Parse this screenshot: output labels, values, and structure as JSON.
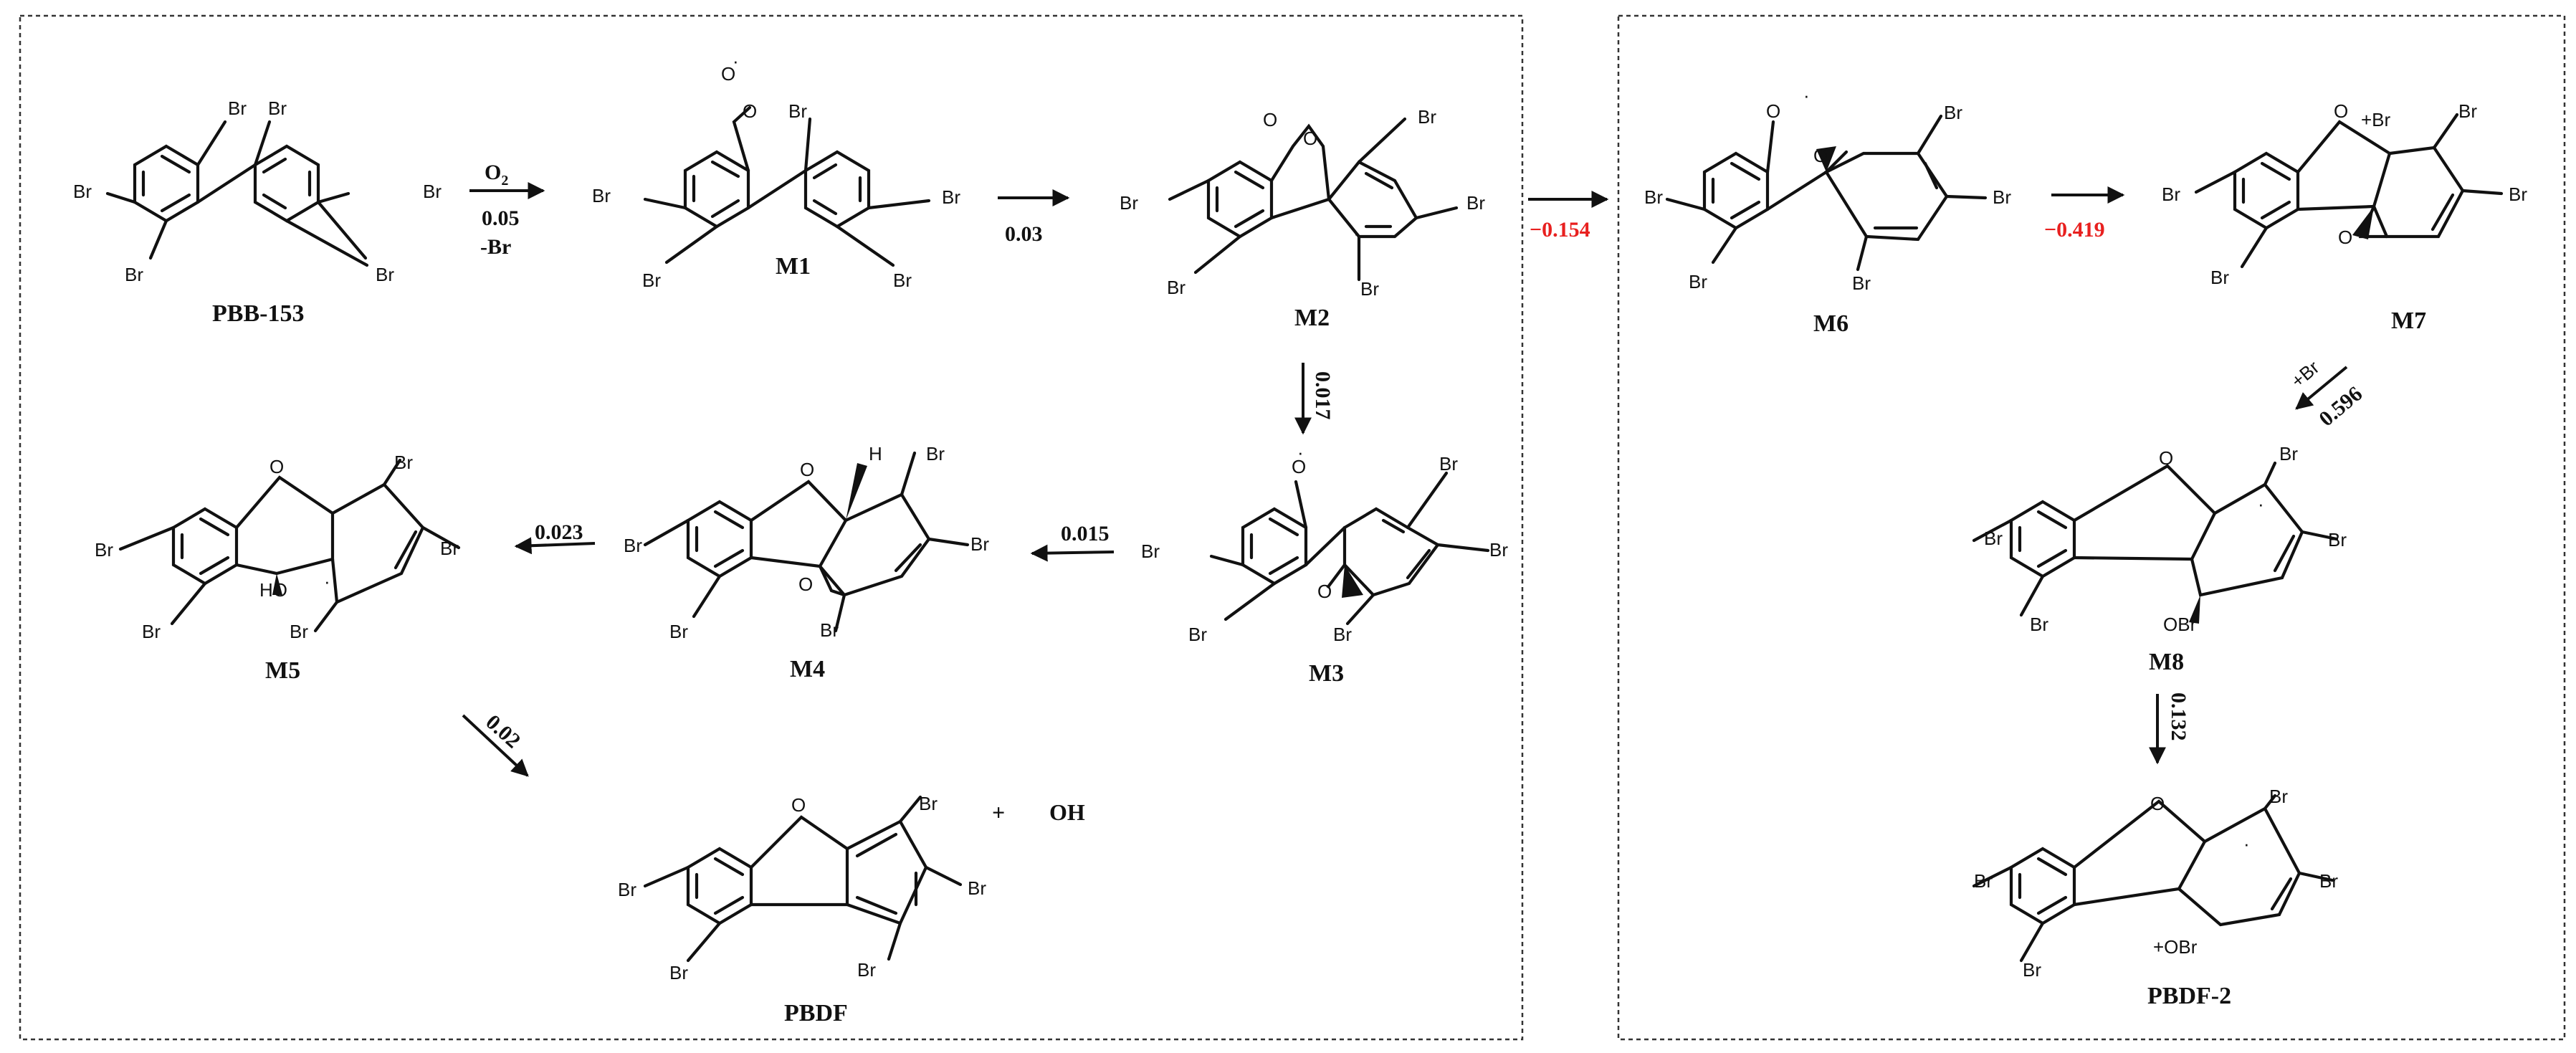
{
  "molecules": {
    "pbb153": "PBB-153",
    "m1": "M1",
    "m2": "M2",
    "m3": "M3",
    "m4": "M4",
    "m5": "M5",
    "m6": "M6",
    "m7": "M7",
    "m8": "M8",
    "pbdf": "PBDF",
    "pbdf2": "PBDF-2"
  },
  "atoms": {
    "br": "Br",
    "o": "O",
    "h": "H",
    "ho": "HO",
    "obr": "OBr",
    "plus_br": "+Br",
    "plus_obr": "+OBr",
    "radical": "·"
  },
  "reactions": {
    "r1_reagent_main": "O",
    "r1_reagent_sub": "2",
    "r1_rate": "0.05",
    "r1_loss": "-Br",
    "r2_rate": "0.03",
    "r3_rate": "0.017",
    "r4_rate": "0.015",
    "r5_rate": "0.023",
    "r6_rate": "0.02",
    "r7_rate": "−0.154",
    "r8_rate": "−0.419",
    "r9_reagent": "+Br",
    "r9_rate": "0.596",
    "r10_rate": "0.132"
  },
  "byproduct": {
    "plus": "+",
    "oh": "OH"
  },
  "colors": {
    "ink": "#111111",
    "negative_rate": "#e8201f",
    "frame": "#333333"
  }
}
